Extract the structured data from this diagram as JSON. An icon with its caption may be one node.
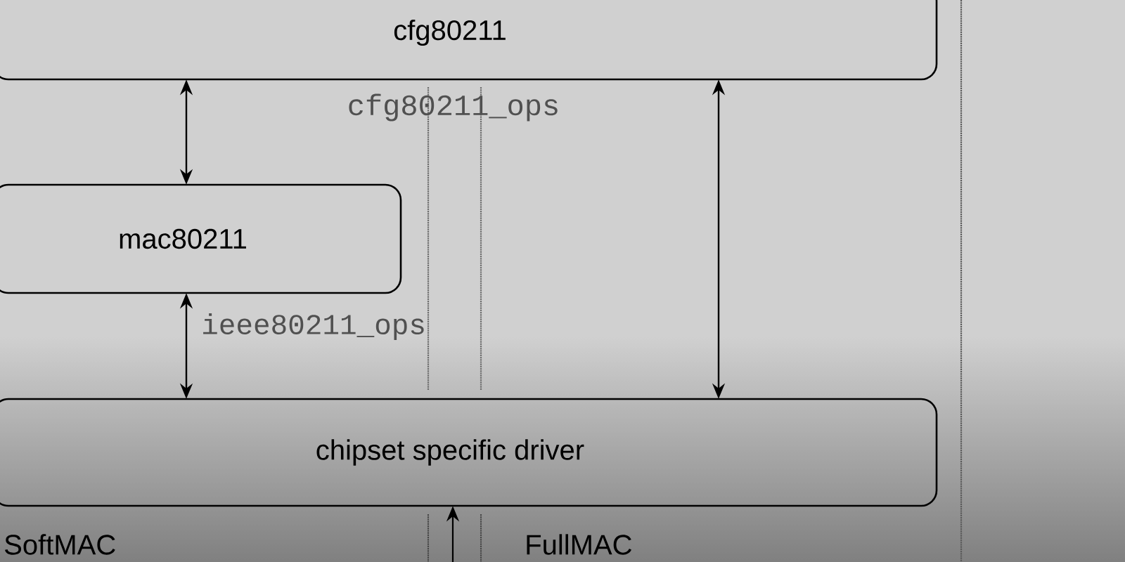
{
  "diagram": {
    "nodes": [
      {
        "text": [
          "cfg80211"
        ]
      },
      {
        "text": [
          "mac80211"
        ]
      },
      {
        "text": [
          "chipset specific driver"
        ]
      }
    ],
    "edges": [
      {
        "from": 0,
        "to": 1,
        "arrow": "both"
      },
      {
        "from": 1,
        "to": 2,
        "arrow": "both",
        "label": "ieee80211_ops"
      },
      {
        "from": 0,
        "to": 2,
        "arrow": "both"
      },
      {
        "from": null,
        "to": 2,
        "arrow": "to"
      }
    ],
    "labels": [
      "cfg80211_ops",
      "SoftMAC",
      "FullMAC"
    ]
  }
}
